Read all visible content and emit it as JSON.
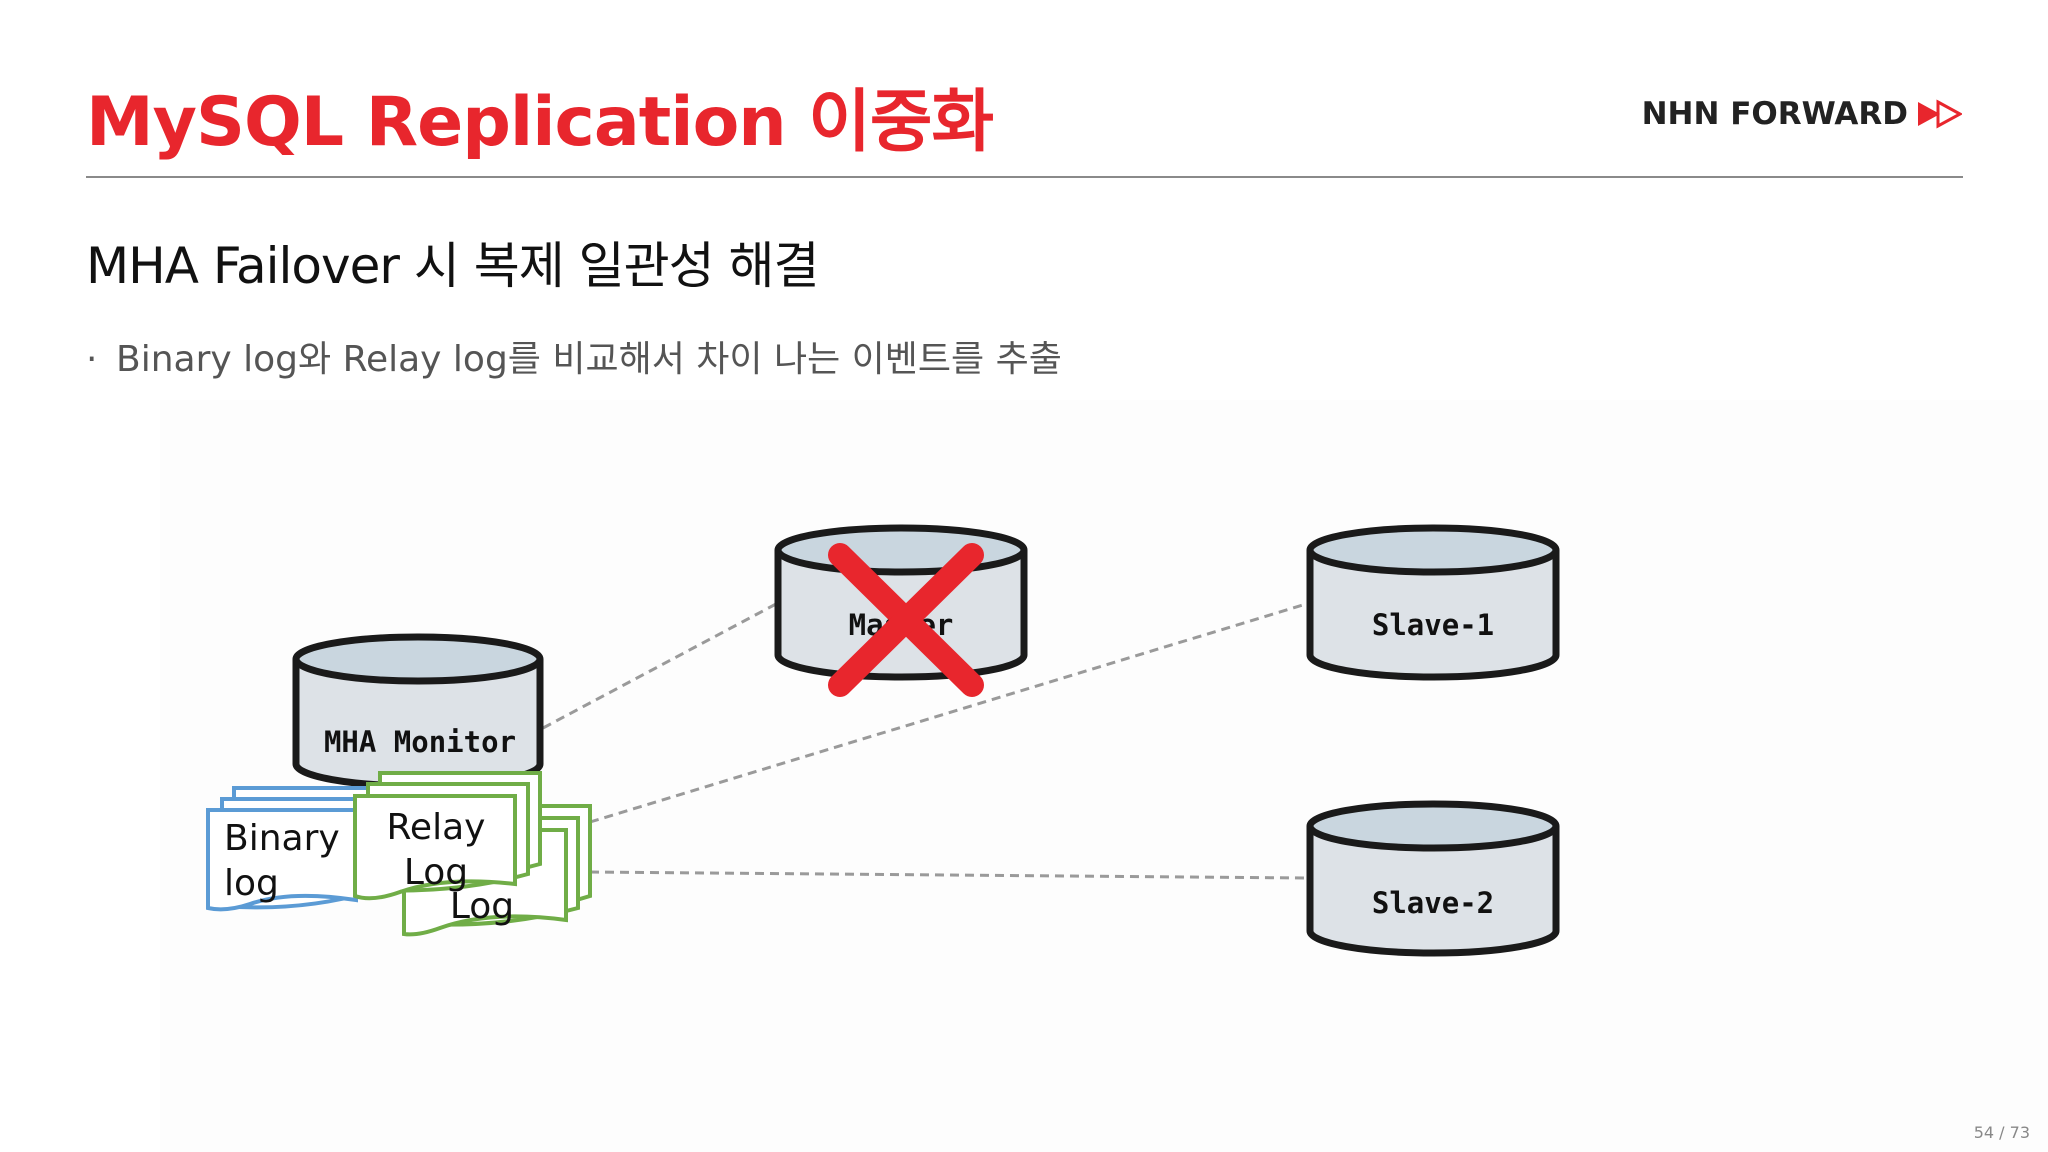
{
  "slide": {
    "title": "MySQL Replication 이중화",
    "brand": "NHN FORWARD",
    "subtitle": "MHA Failover 시 복제 일관성 해결",
    "bullet": "Binary log와 Relay log를 비교해서 차이 나는 이벤트를 추출",
    "page": "54 / 73"
  },
  "diagram": {
    "nodes": {
      "monitor": "MHA Monitor",
      "master": "Master",
      "slave1": "Slave-1",
      "slave2": "Slave-2"
    },
    "logs": {
      "binary": [
        "Binary",
        "log"
      ],
      "relay": [
        "Relay",
        "Log"
      ],
      "relay_back": "Log"
    },
    "colors": {
      "accent": "#e8262d",
      "binary_log": "#5b9bd5",
      "relay_log": "#70ad47",
      "cylinder_fill": "#dde2e7",
      "cylinder_top": "#c9d6df",
      "stroke": "#1a1a1a",
      "link": "#9a9a9a"
    },
    "failed_node": "master"
  }
}
